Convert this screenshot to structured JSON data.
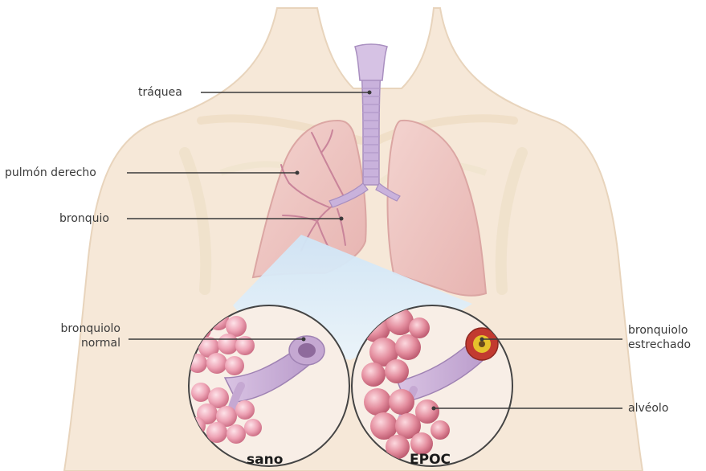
{
  "labels": {
    "trachea": "tráquea",
    "right_lung": "pulmón derecho",
    "bronchus": "bronquio",
    "bronchiole_normal_line1": "bronquiolo",
    "bronchiole_normal_line2": "normal",
    "bronchiole_narrowed_line1": "bronquiolo",
    "bronchiole_narrowed_line2": "estrechado",
    "alveolus": "alvéolo"
  },
  "captions": {
    "healthy": "sano",
    "copd": "EPOC"
  },
  "colors": {
    "skin": "#f6e8d8",
    "skin_outline": "#e8d4bc",
    "lung": "#f0c9c6",
    "lung_outline": "#dba6a3",
    "trachea": "#c9b2dc",
    "alveoli": "#e8a2b2",
    "leader_line": "#3a3a3a"
  }
}
